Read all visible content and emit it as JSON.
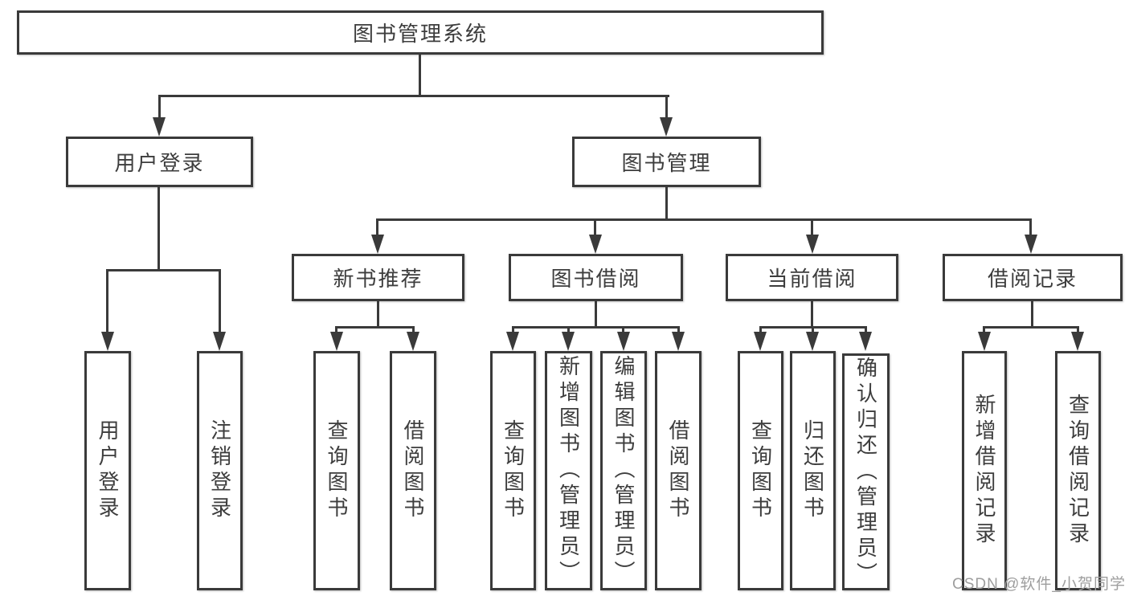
{
  "diagram": {
    "root": {
      "label": "图书管理系统"
    },
    "level2": [
      {
        "label": "用户登录",
        "children": [
          {
            "label": "用户登录"
          },
          {
            "label": "注销登录"
          }
        ]
      },
      {
        "label": "图书管理",
        "children": [
          {
            "label": "新书推荐",
            "children": [
              {
                "label": "查询图书"
              },
              {
                "label": "借阅图书"
              }
            ]
          },
          {
            "label": "图书借阅",
            "children": [
              {
                "label": "查询图书"
              },
              {
                "label": "新增图书（管理员）"
              },
              {
                "label": "编辑图书（管理员）"
              },
              {
                "label": "借阅图书"
              }
            ]
          },
          {
            "label": "当前借阅",
            "children": [
              {
                "label": "查询图书"
              },
              {
                "label": "归还图书"
              },
              {
                "label": "确认归还（管理员）"
              }
            ]
          },
          {
            "label": "借阅记录",
            "children": [
              {
                "label": "新增借阅记录"
              },
              {
                "label": "查询借阅记录"
              }
            ]
          }
        ]
      }
    ]
  },
  "watermark": {
    "text": "CSDN @软件_小贺同学"
  },
  "colors": {
    "line": "#3a3a3a",
    "text": "#3d3d3d",
    "watermark": "#9e9e9e",
    "background": "#ffffff"
  }
}
